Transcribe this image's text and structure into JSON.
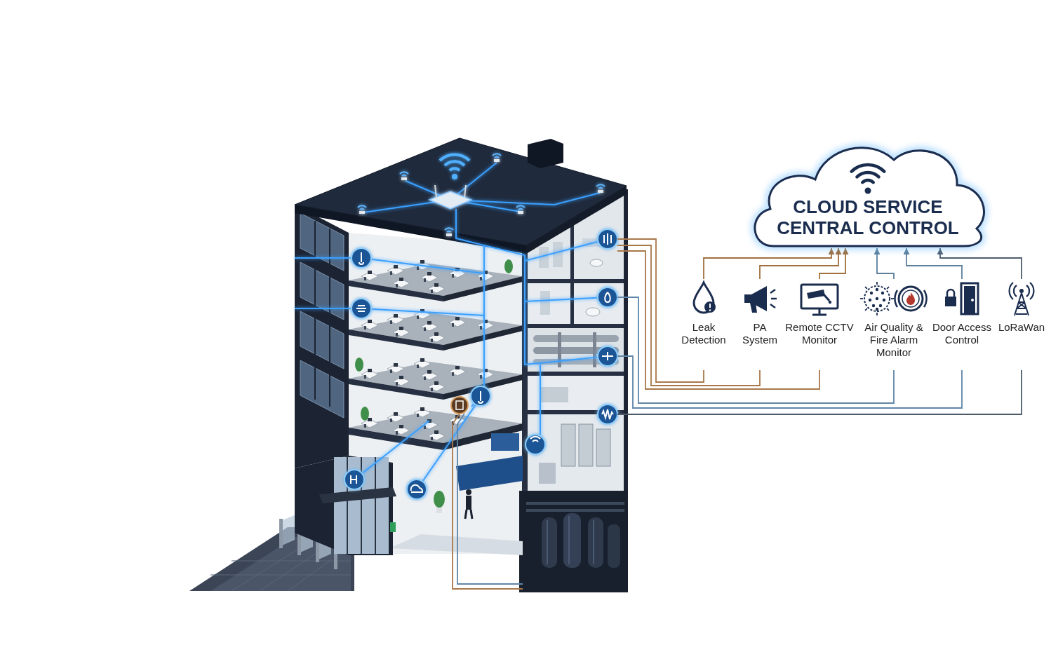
{
  "diagram": {
    "nodes": [
      {
        "text": [
          "CLOUD SERVICE CENTRAL CONTROL"
        ]
      },
      {
        "text": [
          "Leak Detection"
        ]
      },
      {
        "text": [
          "PA System"
        ]
      },
      {
        "text": [
          "Remote CCTV Monitor"
        ]
      },
      {
        "text": [
          "Air Quality & Fire Alarm Monitor"
        ]
      },
      {
        "text": [
          "Door Access Control"
        ]
      },
      {
        "text": [
          "LoRaWan"
        ]
      }
    ],
    "edges": [
      {
        "from": 1,
        "to": 0,
        "arrow": "to"
      },
      {
        "from": 2,
        "to": 0,
        "arrow": "to"
      },
      {
        "from": 3,
        "to": 0,
        "arrow": "to"
      },
      {
        "from": 4,
        "to": 0,
        "arrow": "to"
      },
      {
        "from": 5,
        "to": 0,
        "arrow": "to"
      },
      {
        "from": 6,
        "to": 0,
        "arrow": "to"
      }
    ]
  }
}
